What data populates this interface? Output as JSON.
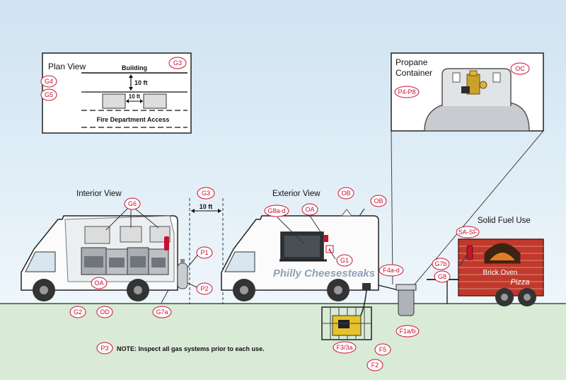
{
  "colors": {
    "sky_top": "#cfe3f1",
    "sky_bottom": "#eef6fb",
    "ground": "#d9ead7",
    "tag_red": "#c8102e",
    "brick": "#c0392b"
  },
  "plan_view": {
    "title": "Plan View",
    "building": "Building",
    "dist_vertical": "10 ft",
    "dist_horizontal": "10 ft",
    "fire_access": "Fire Department Access",
    "tags": [
      "G3",
      "G4",
      "G5"
    ]
  },
  "propane_inset": {
    "title_line1": "Propane",
    "title_line2": "Container",
    "tags": [
      "OC",
      "P4-P8"
    ]
  },
  "interior": {
    "title": "Interior View",
    "tags": [
      "G6",
      "P1",
      "P2",
      "OA",
      "G2",
      "OD",
      "G7a"
    ]
  },
  "spacing": {
    "tag": "G3",
    "distance": "10 ft"
  },
  "exterior": {
    "title": "Exterior View",
    "truck_text": "Philly Cheesesteaks",
    "tags": [
      "G8a-d",
      "OA",
      "OB",
      "OB",
      "G1",
      "F4a-d"
    ]
  },
  "generator": {
    "tags": [
      "F3/3a",
      "F5",
      "F2"
    ]
  },
  "cylinder": {
    "tag": "F1a/b"
  },
  "solid_fuel": {
    "title": "Solid Fuel Use",
    "sign_text": "Brick Oven",
    "sign_script": "Pizza",
    "tags": [
      "SA-SF",
      "G7b",
      "G8"
    ]
  },
  "note": {
    "tag": "P3",
    "text": "NOTE: Inspect all gas systems prior to each use."
  }
}
